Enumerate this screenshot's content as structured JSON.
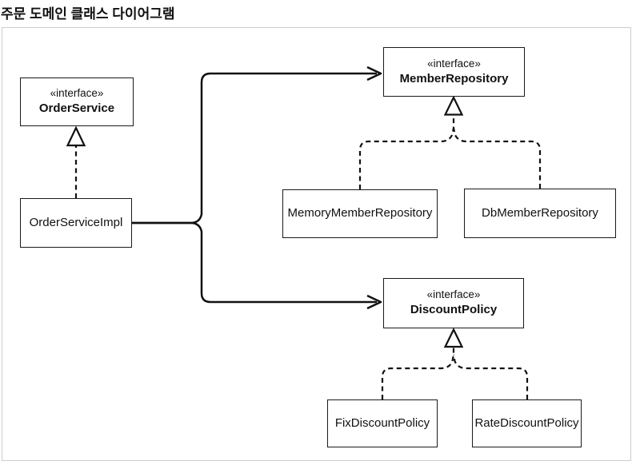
{
  "page": {
    "title": "주문 도메인 클래스 다이어그램"
  },
  "diagram": {
    "nodes": {
      "order_service": {
        "stereotype": "«interface»",
        "name": "OrderService"
      },
      "order_service_impl": {
        "name": "OrderServiceImpl"
      },
      "member_repository": {
        "stereotype": "«interface»",
        "name": "MemberRepository"
      },
      "memory_member_repository": {
        "name": "MemoryMemberRepository"
      },
      "db_member_repository": {
        "name": "DbMemberRepository"
      },
      "discount_policy": {
        "stereotype": "«interface»",
        "name": "DiscountPolicy"
      },
      "fix_discount_policy": {
        "name": "FixDiscountPolicy"
      },
      "rate_discount_policy": {
        "name": "RateDiscountPolicy"
      }
    },
    "relationships": [
      {
        "from": "OrderServiceImpl",
        "to": "OrderService",
        "type": "realization"
      },
      {
        "from": "OrderServiceImpl",
        "to": "MemberRepository",
        "type": "dependency"
      },
      {
        "from": "OrderServiceImpl",
        "to": "DiscountPolicy",
        "type": "dependency"
      },
      {
        "from": "MemoryMemberRepository",
        "to": "MemberRepository",
        "type": "realization"
      },
      {
        "from": "DbMemberRepository",
        "to": "MemberRepository",
        "type": "realization"
      },
      {
        "from": "FixDiscountPolicy",
        "to": "DiscountPolicy",
        "type": "realization"
      },
      {
        "from": "RateDiscountPolicy",
        "to": "DiscountPolicy",
        "type": "realization"
      }
    ],
    "colors": {
      "line": "#111111",
      "box_border": "#1a1a1a",
      "frame_border": "#cccccc",
      "background": "#ffffff",
      "text": "#111111"
    }
  }
}
